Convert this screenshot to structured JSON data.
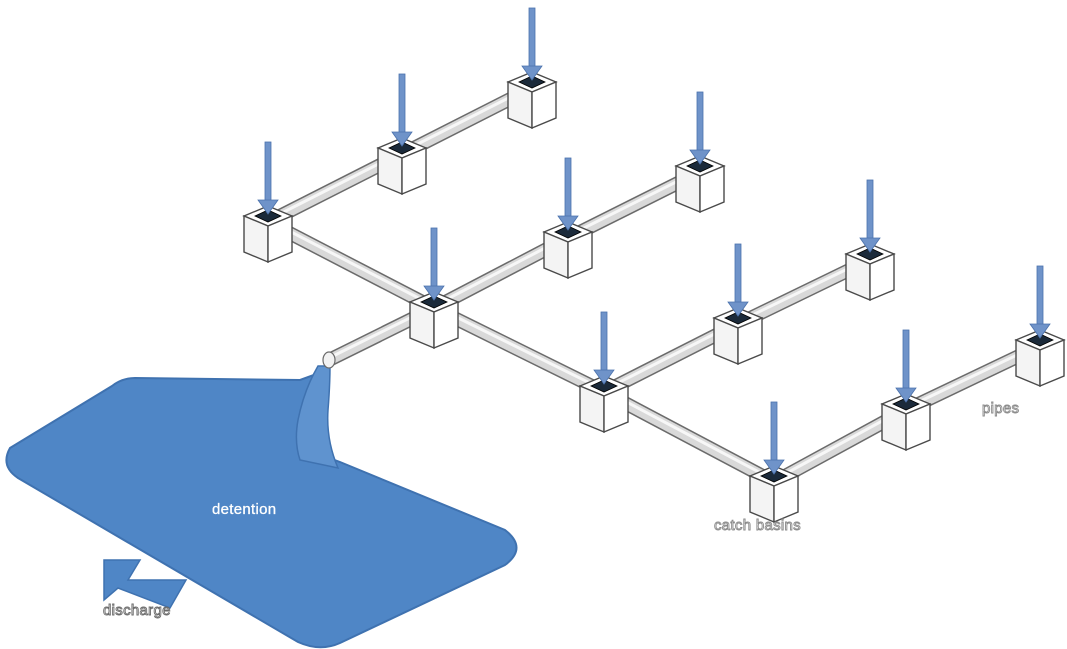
{
  "labels": {
    "detention": "detention",
    "discharge": "discharge",
    "catch_basins": "catch basins",
    "pipes": "pipes"
  },
  "colors": {
    "water": "#4f86c6",
    "water_edge": "#3f72b0",
    "arrow": "#6f93c9",
    "arrow_dark": "#4b72ad",
    "pipe_fill": "#d9d9d9",
    "pipe_edge": "#6b6b6b",
    "box_face": "#ffffff",
    "box_edge": "#4a4a4a",
    "inlet": "#1b2a3a"
  },
  "diagram": {
    "description_items": [
      "catch basins",
      "pipes",
      "detention",
      "discharge"
    ]
  }
}
